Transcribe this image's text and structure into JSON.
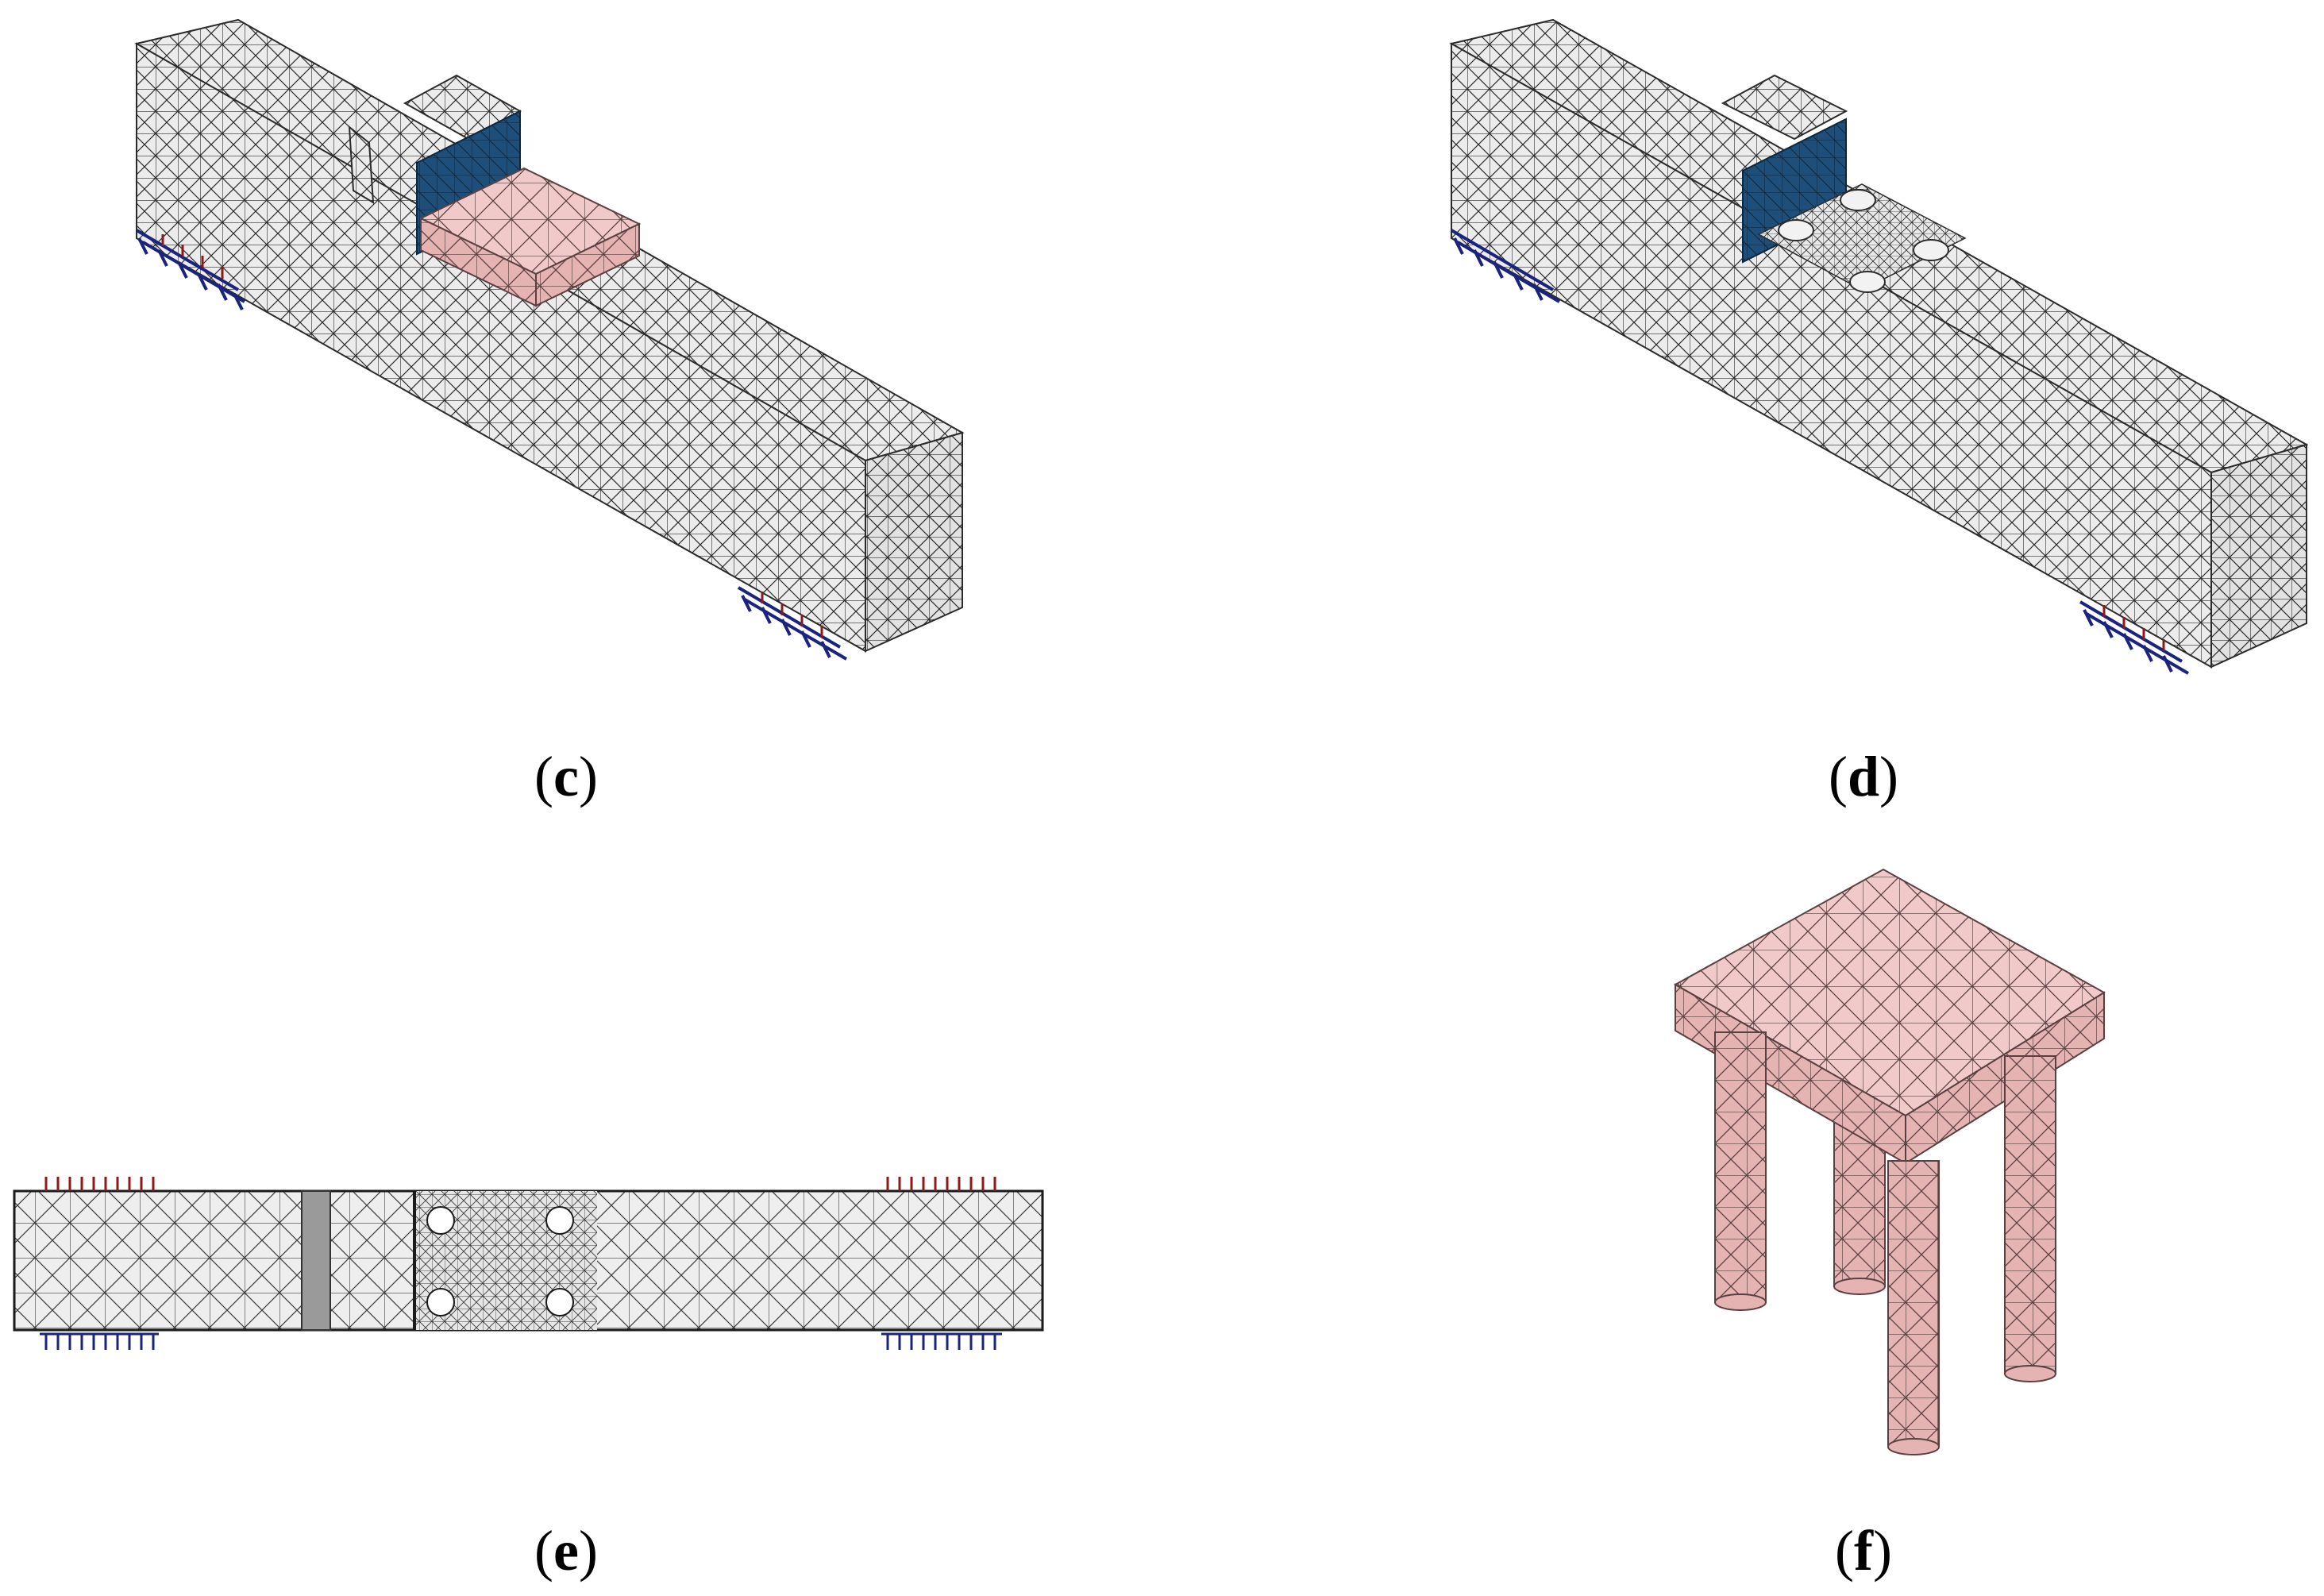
{
  "panels": {
    "c": {
      "paren_open": "(",
      "letter": "c",
      "paren_close": ")"
    },
    "d": {
      "paren_open": "(",
      "letter": "d",
      "paren_close": ")"
    },
    "e": {
      "paren_open": "(",
      "letter": "e",
      "paren_close": ")"
    },
    "f": {
      "paren_open": "(",
      "letter": "f",
      "paren_close": ")"
    }
  },
  "colors": {
    "mesh_face": "#ececec",
    "mesh_face_side": "#e0e0e0",
    "mesh_line": "#2b2b2b",
    "pink_top": "#f1c9c9",
    "pink_side": "#e7b6b6",
    "blue_face": "#1d4f7a",
    "support_blue": "#1a237e",
    "load_red": "#8b1a1a"
  }
}
